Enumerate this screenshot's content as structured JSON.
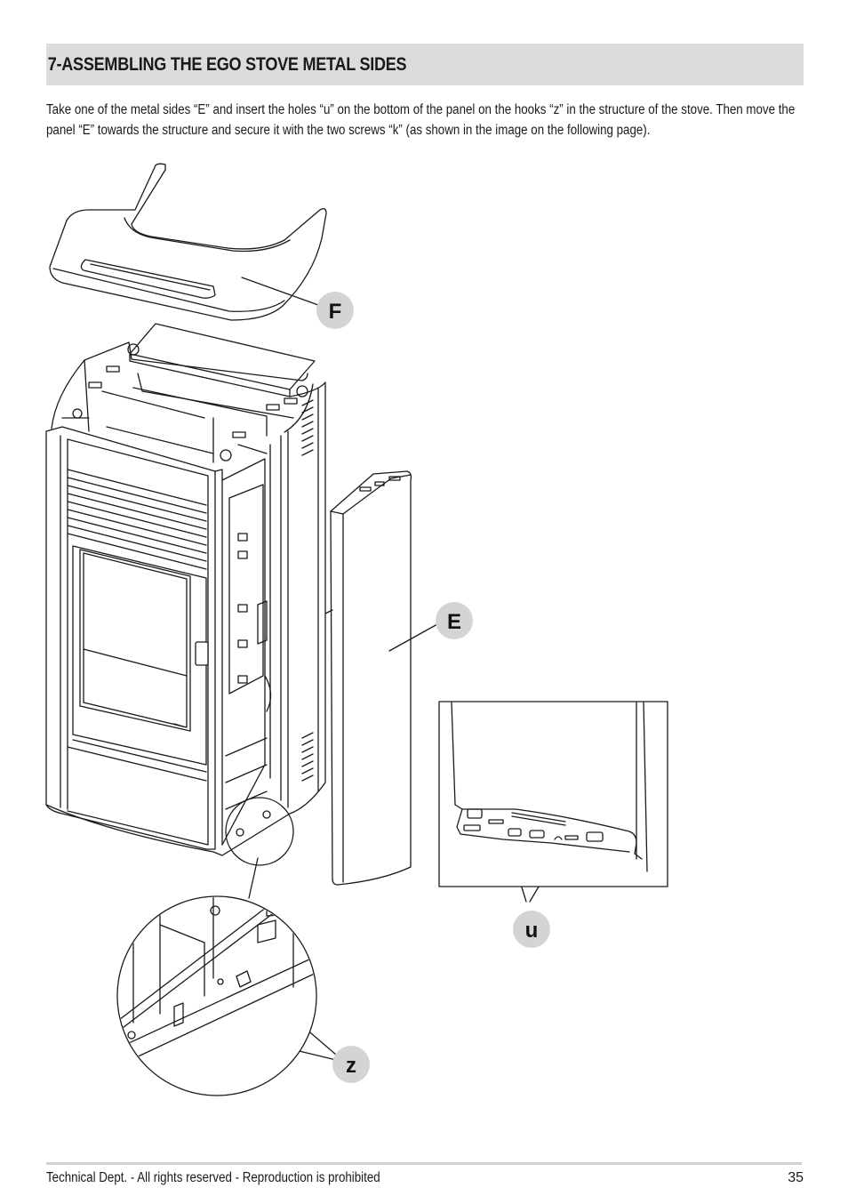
{
  "section": {
    "title": "7-ASSEMBLING THE EGO STOVE METAL SIDES",
    "intro": "Take one of the metal sides “E” and insert the holes “u” on the bottom of the panel on the hooks “z” in the structure of the stove. Then move the panel “E” towards the structure and secure it with the two screws “k” (as shown in the image on the following page)."
  },
  "figure": {
    "callouts": {
      "f": "F",
      "e": "E",
      "u": "u",
      "z": "z"
    }
  },
  "footer": {
    "text": "Technical Dept. - All rights reserved - Reproduction is prohibited",
    "page_number": "35"
  },
  "colors": {
    "title_bar": "#dcdcdc",
    "callout_circle": "#d4d4d4",
    "line": "#1a1a1a"
  }
}
